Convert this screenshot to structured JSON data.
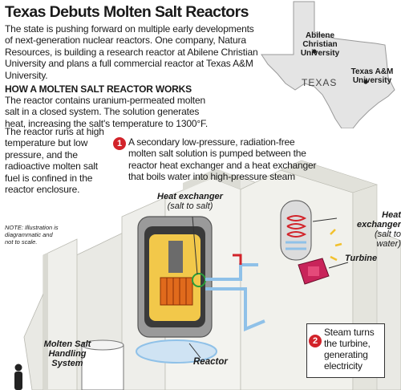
{
  "title": "Texas Debuts Molten Salt Reactors",
  "intro": "The state is pushing forward on multiple early developments of next-generation nuclear reactors. One company, Natura Resources, is building a research reactor at Abilene Christian University and plans a full commercial reactor at Texas A&M University.",
  "map": {
    "state_label": "TEXAS",
    "abilene": "Abilene Christian University",
    "tamu": "Texas A&M University"
  },
  "section_heading": "HOW A MOLTEN SALT REACTOR WORKS",
  "description_1": "The reactor contains uranium-permeated molten salt in a closed system. The solution generates heat, increasing the salt's temperature to 1300°F.",
  "description_2": "The reactor runs at high temperature but low pressure, and the radioactive molten salt fuel is confined in the reactor enclosure.",
  "note": "NOTE: Illustration is diagrammatic and not to scale.",
  "steps": [
    {
      "number": "1",
      "text": "A secondary low-pressure, radiation-free molten salt solution is pumped between the reactor heat exchanger and a heat exchanger that boils water into high-pressure steam"
    },
    {
      "number": "2",
      "text": "Steam turns the turbine, generating electricity"
    }
  ],
  "labels": {
    "hx_reactor": "Heat exchanger",
    "hx_reactor_sub": "(salt to salt)",
    "hx_steam": "Heat exchanger",
    "hx_steam_sub": "(salt to water)",
    "turbine": "Turbine",
    "msh": "Molten Salt Handling System",
    "reactor": "Reactor"
  },
  "colors": {
    "accent_red": "#d2232a",
    "map_fill": "#e4e4e4",
    "wall": "#eeeeea",
    "vessel": "#9a9a9a",
    "core": "#e06a1c",
    "salt_loop": "#8fc1e8",
    "turbine": "#c8245a",
    "spark": "#f2c12e"
  }
}
